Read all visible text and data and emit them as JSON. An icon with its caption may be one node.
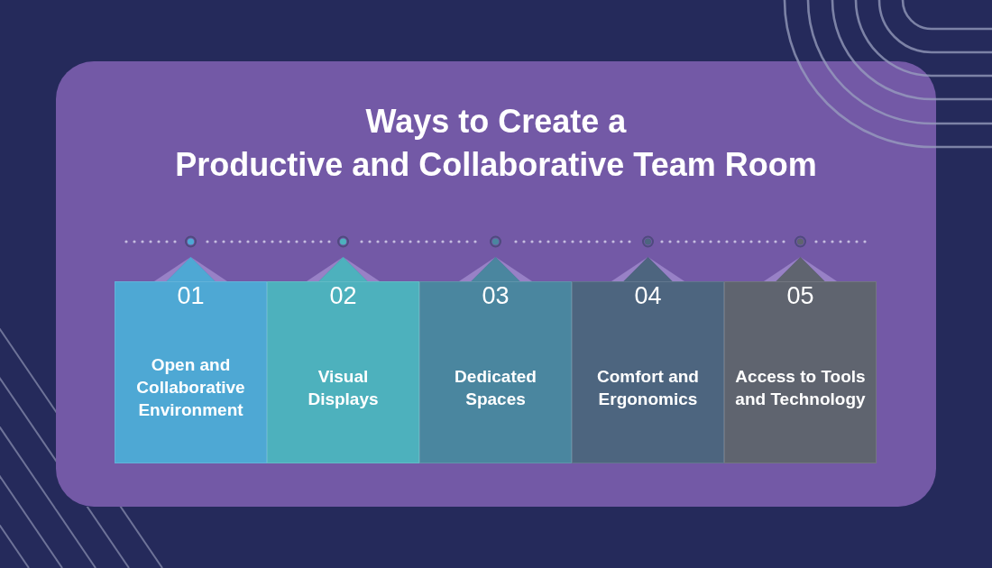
{
  "diagram": {
    "title": "Ways to Create a Productive and Collaborative Team Room",
    "nodes": [
      {
        "text": [
          "01",
          "Open and Collaborative Environment"
        ]
      },
      {
        "text": [
          "02",
          "Visual Displays"
        ]
      },
      {
        "text": [
          "03",
          "Dedicated Spaces"
        ]
      },
      {
        "text": [
          "04",
          "Comfort and Ergonomics"
        ]
      },
      {
        "text": [
          "05",
          "Access to Tools and Technology"
        ]
      }
    ]
  }
}
